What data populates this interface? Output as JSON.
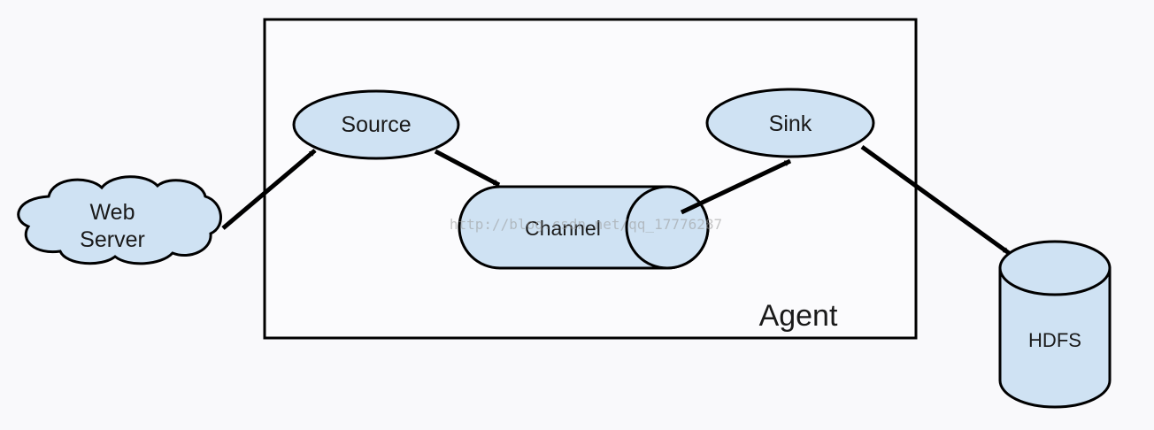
{
  "diagram": {
    "agent_label": "Agent",
    "nodes": {
      "web_server": {
        "line1": "Web",
        "line2": "Server"
      },
      "source": {
        "label": "Source"
      },
      "channel": {
        "label": "Channel"
      },
      "sink": {
        "label": "Sink"
      },
      "hdfs": {
        "label": "HDFS"
      }
    },
    "watermark": "http://blog.csdn.net/qq_17776287"
  },
  "colors": {
    "node_fill": "#cfe2f3",
    "stroke": "#000000",
    "background": "#f9f9fb",
    "agent_box_fill": "#fbfbfd"
  }
}
